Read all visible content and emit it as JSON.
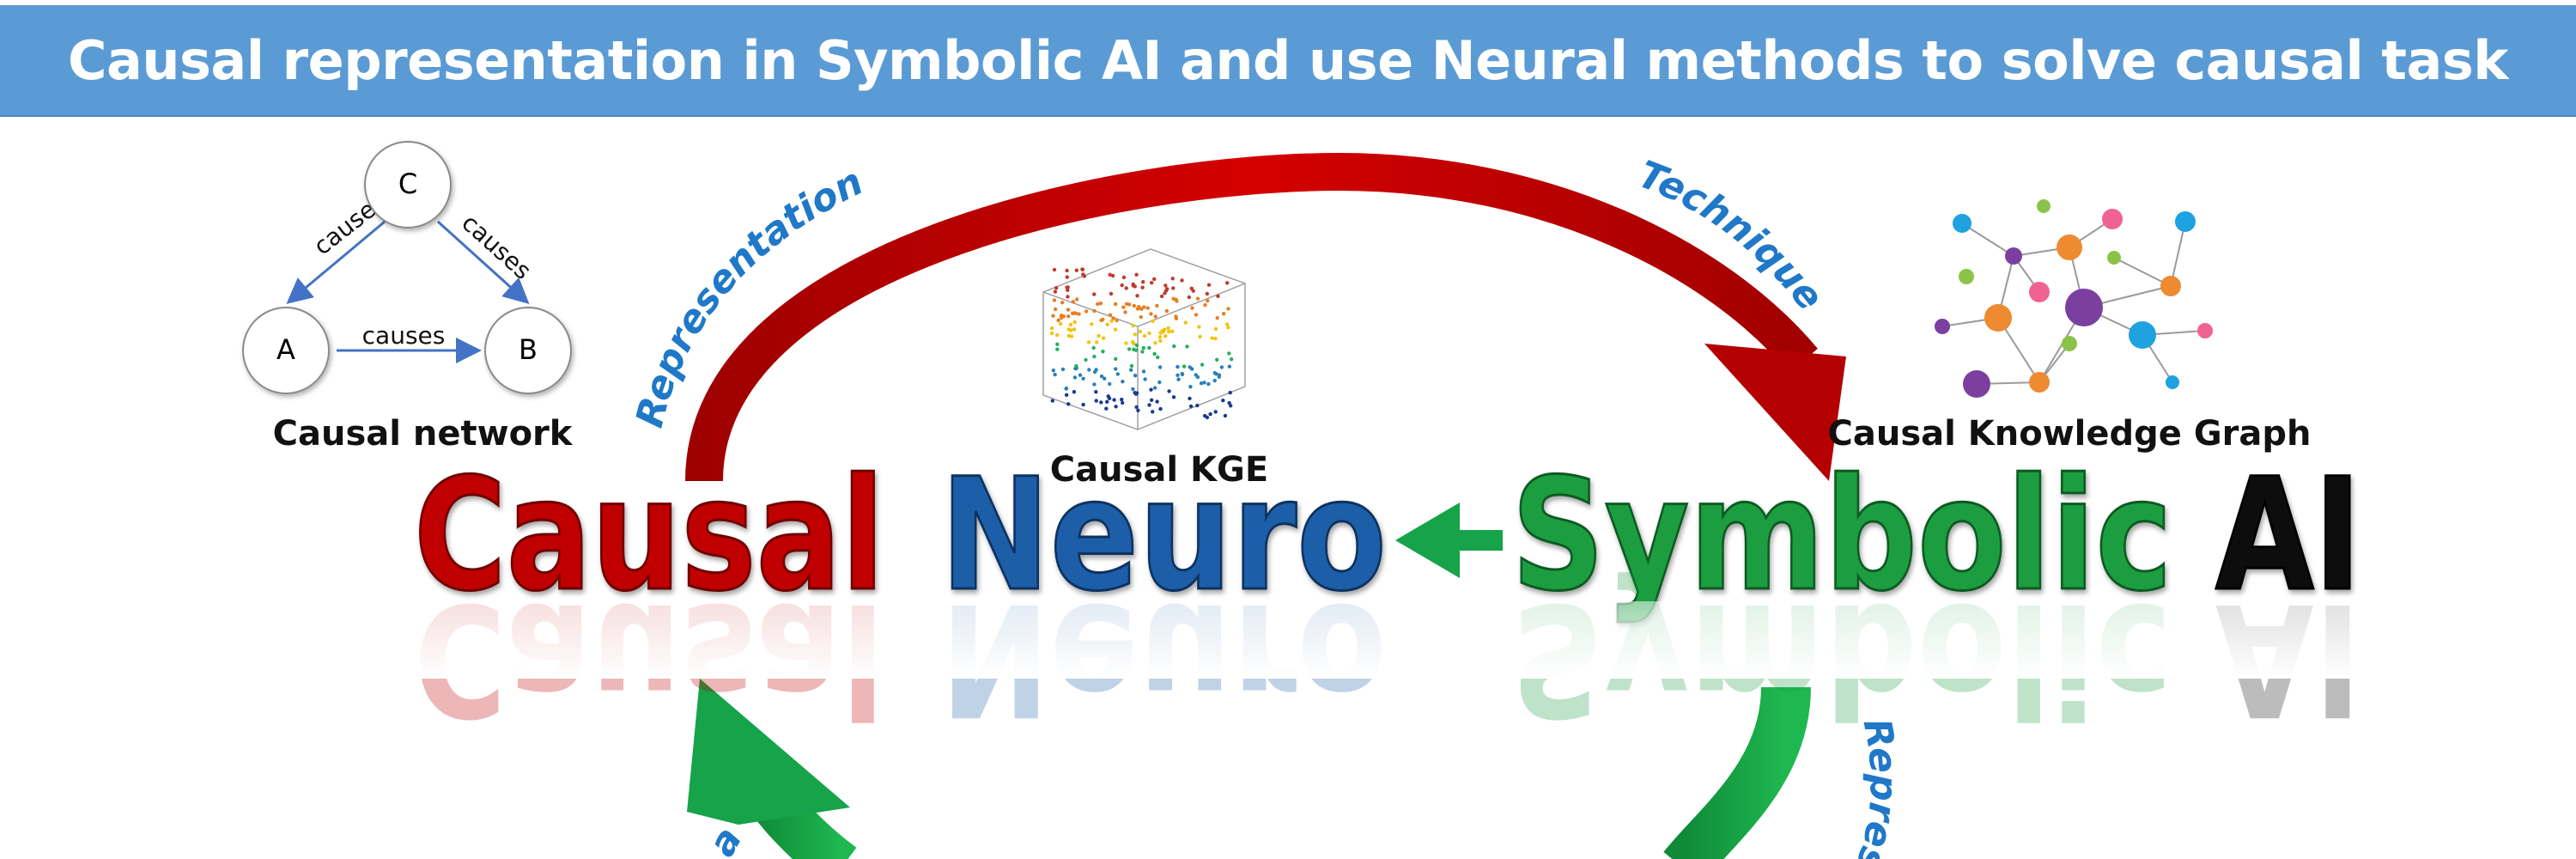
{
  "banner": {
    "title": "Causal representation in Symbolic AI and use Neural methods to solve causal task"
  },
  "causal_network": {
    "caption": "Causal network",
    "nodes": {
      "c": "C",
      "a": "A",
      "b": "B"
    },
    "edge_label": "causes",
    "node_color": "#ffffff",
    "edge_color": "#4472c4"
  },
  "causal_kge": {
    "caption": "Causal KGE"
  },
  "causal_kg": {
    "caption": "Causal Knowledge Graph"
  },
  "main_title": {
    "word_causal": "Causal",
    "word_neuro": "Neuro",
    "word_symbolic": "Symbolic",
    "word_ai": "AI",
    "colors": {
      "causal": "#c00000",
      "neuro": "#1f5fa8",
      "symbolic": "#1a9e3f",
      "ai": "#111111"
    }
  },
  "arrows": {
    "top_left_label": "Representation",
    "top_right_label": "Technique",
    "bottom_right_label": "Represe",
    "bottom_left_label": "a",
    "label_color": "#1f78c8",
    "red_arrow_color": "#b40000",
    "green_arrow_color": "#16a34a"
  }
}
